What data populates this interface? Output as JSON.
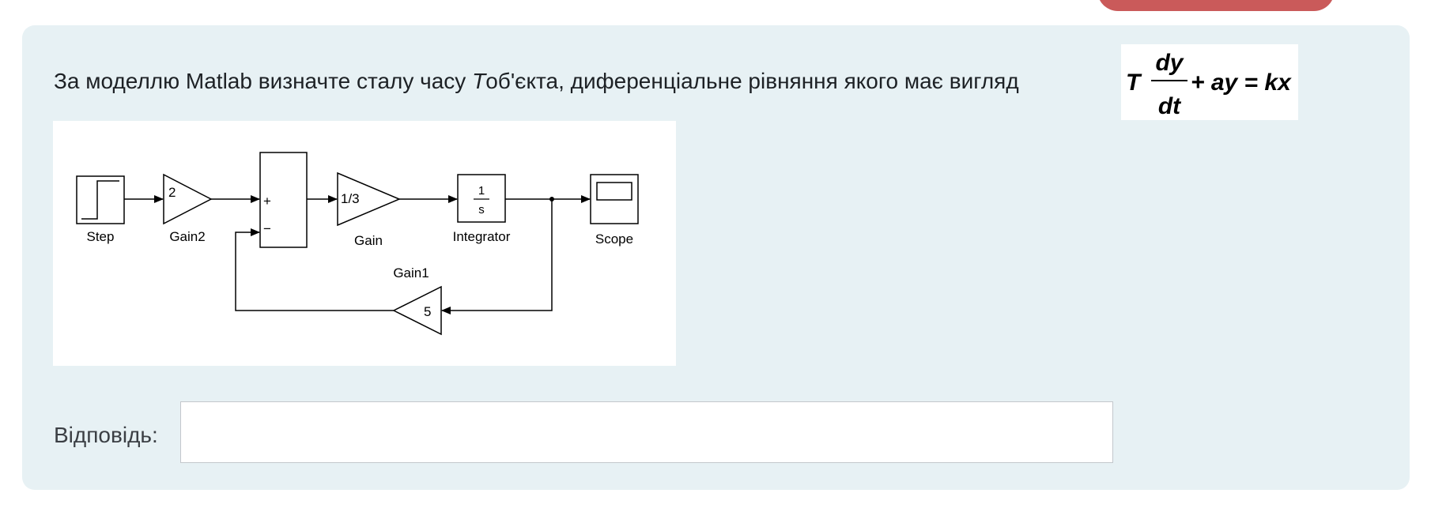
{
  "question": {
    "text_before": "За моделлю Matlab визначте сталу часу ",
    "variable": "T",
    "text_after": "об'єкта, диференціальне рівняння якого має вигляд"
  },
  "formula": {
    "T": "T",
    "numerator": "dy",
    "denominator": "dt",
    "rest": "+ ay = kx"
  },
  "diagram": {
    "blocks": {
      "step": "Step",
      "gain2": {
        "label": "Gain2",
        "value": "2"
      },
      "sum": {
        "plus": "+",
        "minus": "−"
      },
      "gain": {
        "label": "Gain",
        "value": "1/3"
      },
      "integrator": {
        "label": "Integrator",
        "num": "1",
        "den": "s"
      },
      "scope": "Scope",
      "gain1": {
        "label": "Gain1",
        "value": "5"
      }
    }
  },
  "answer": {
    "label": "Відповідь:",
    "value": ""
  },
  "colors": {
    "card_bg": "#e7f1f4",
    "top_button": "#ca5a5a"
  }
}
